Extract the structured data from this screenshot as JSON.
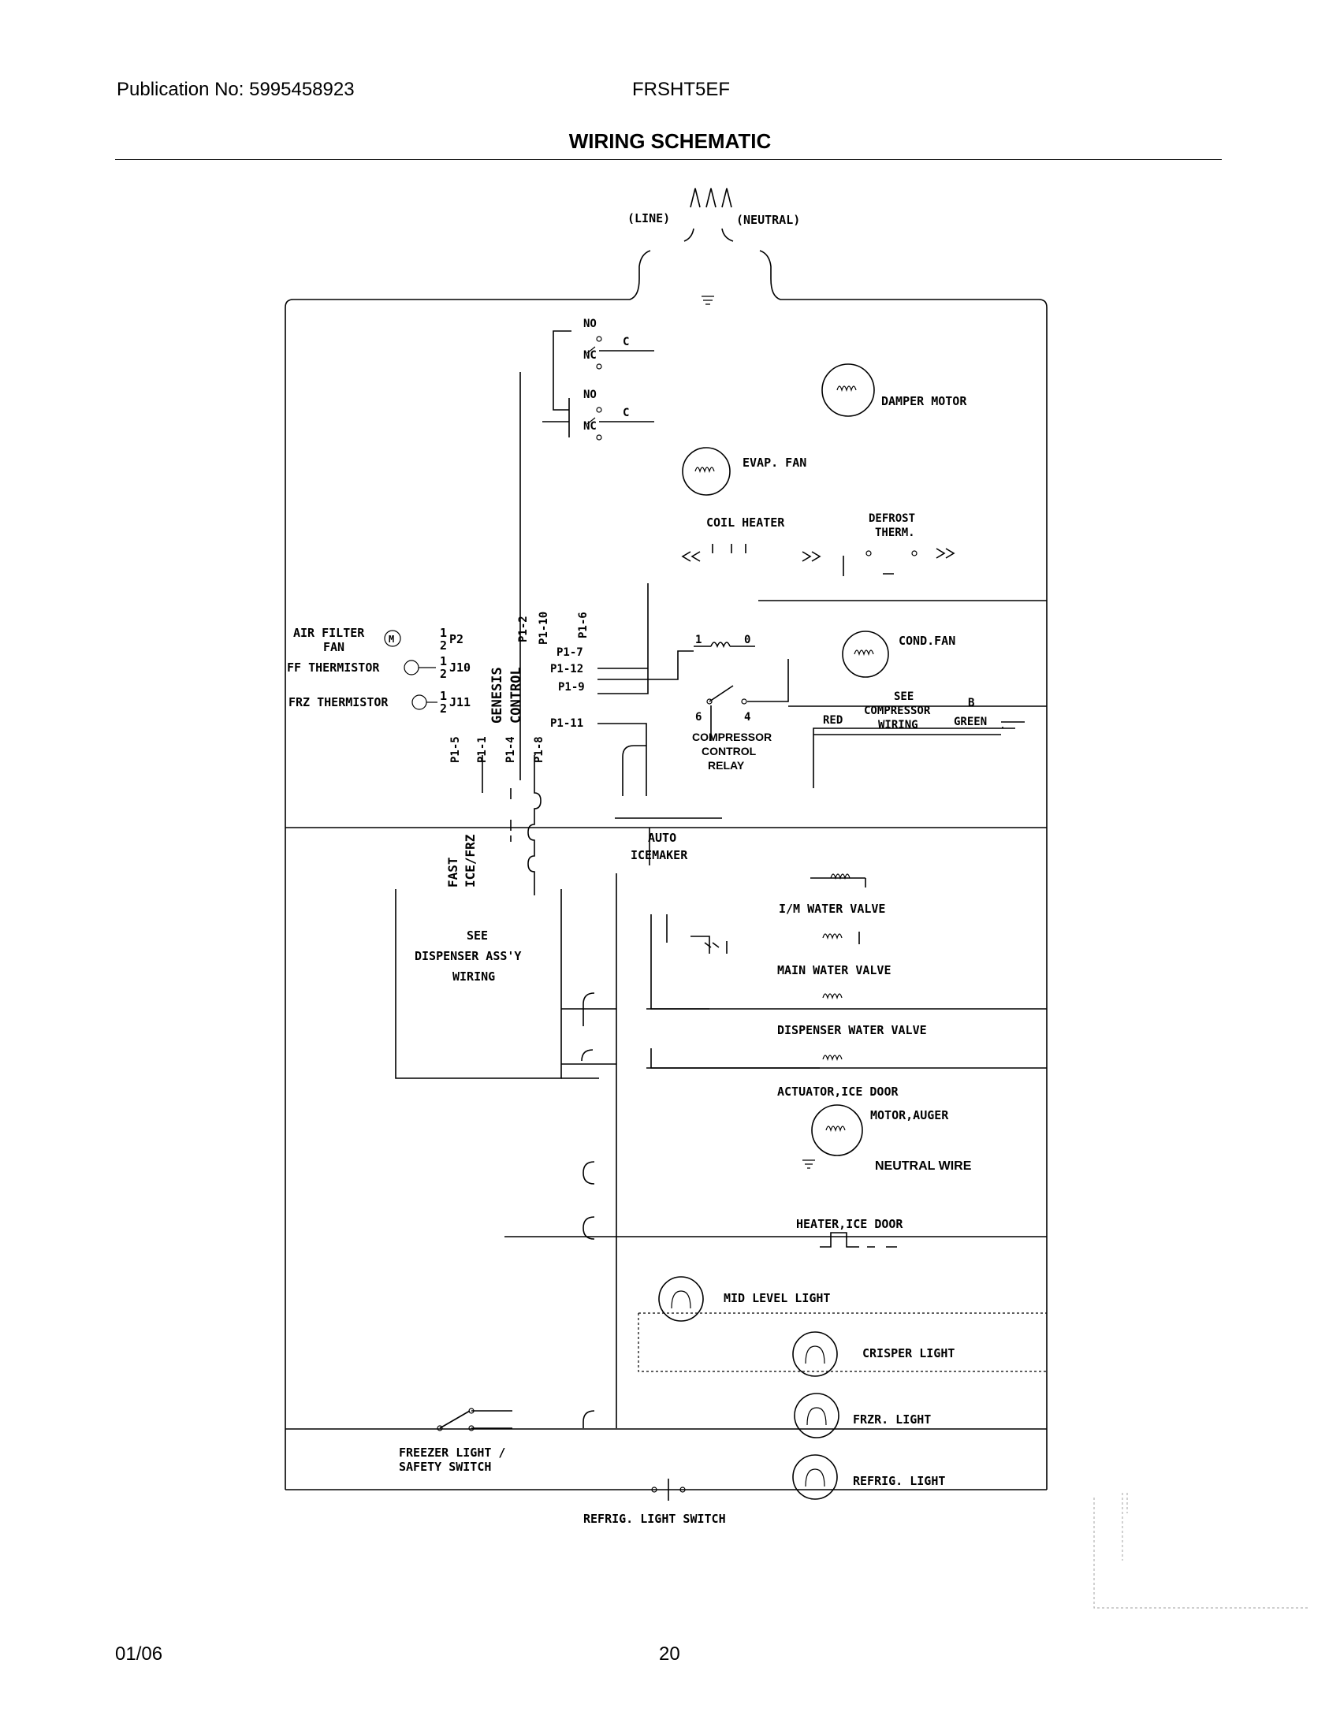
{
  "header": {
    "publication": "Publication No: 5995458923",
    "model": "FRSHT5EF",
    "title": "WIRING SCHEMATIC"
  },
  "footer": {
    "date": "01/06",
    "page": "20"
  },
  "labels": {
    "line": "(LINE)",
    "neutral": "(NEUTRAL)",
    "no": "NO",
    "nc": "NC",
    "c": "C",
    "damper_motor": "DAMPER MOTOR",
    "evap_fan": "EVAP. FAN",
    "coil_heater": "COIL HEATER",
    "defrost_therm_1": "DEFROST",
    "defrost_therm_2": "THERM.",
    "air_filter_1": "AIR FILTER",
    "air_filter_2": "FAN",
    "air_filter_m": "M",
    "ff_thermistor": "FF THERMISTOR",
    "frz_thermistor": "FRZ THERMISTOR",
    "p2": "P2",
    "j10": "J10",
    "j11": "J11",
    "pin_1": "1",
    "pin_2": "2",
    "genesis": "GENESIS",
    "control": "CONTROL",
    "p1_2": "P1-2",
    "p1_10": "P1-10",
    "p1_6": "P1-6",
    "p1_7": "P1-7",
    "p1_12": "P1-12",
    "p1_9": "P1-9",
    "p1_11": "P1-11",
    "p1_5": "P1-5",
    "p1_1": "P1-1",
    "p1_4": "P1-4",
    "p1_8": "P1-8",
    "relay_1": "1",
    "relay_0": "0",
    "relay_6": "6",
    "relay_4": "4",
    "cond_fan": "COND.FAN",
    "red": "RED",
    "see_comp_1": "SEE",
    "see_comp_2": "COMPRESSOR",
    "see_comp_3": "WIRING",
    "b": "B",
    "green": "GREEN",
    "comp_relay_1": "COMPRESSOR",
    "comp_relay_2": "CONTROL",
    "comp_relay_3": "RELAY",
    "fast_1": "FAST",
    "fast_2": "ICE/FRZ",
    "auto_1": "AUTO",
    "auto_2": "ICEMAKER",
    "im_water_valve": "I/M WATER VALVE",
    "main_water_valve": "MAIN WATER VALVE",
    "dispenser_water_valve": "DISPENSER WATER VALVE",
    "actuator_ice_door": "ACTUATOR,ICE DOOR",
    "motor_auger": "MOTOR,AUGER",
    "neutral_wire": "NEUTRAL WIRE",
    "heater_ice_door": "HEATER,ICE DOOR",
    "mid_level_light": "MID LEVEL LIGHT",
    "crisper_light": "CRISPER LIGHT",
    "frzr_light": "FRZR. LIGHT",
    "refrig_light": "REFRIG. LIGHT",
    "dispenser_1": "SEE",
    "dispenser_2": "DISPENSER ASS'Y",
    "dispenser_3": "WIRING",
    "freezer_switch_1": "FREEZER LIGHT /",
    "freezer_switch_2": "SAFETY SWITCH",
    "refrig_switch": "REFRIG. LIGHT SWITCH"
  }
}
